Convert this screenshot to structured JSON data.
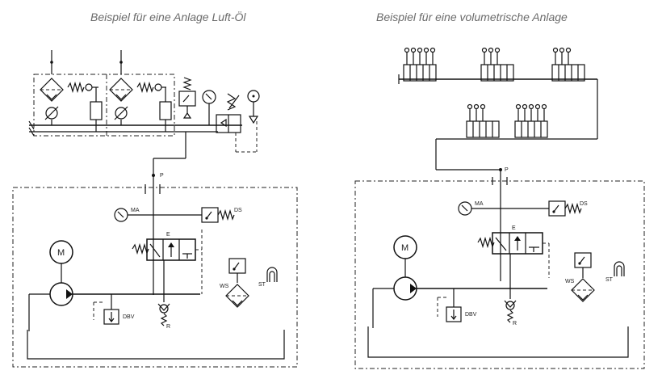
{
  "titles": {
    "left": "Beispiel für eine Anlage Luft-Öl",
    "right": "Beispiel für eine volumetrische Anlage"
  },
  "labels": {
    "p": "P",
    "ma": "MA",
    "ds": "DS",
    "e": "E",
    "m": "M",
    "ws": "WS",
    "st": "ST",
    "dbv": "DBV",
    "r": "R"
  }
}
